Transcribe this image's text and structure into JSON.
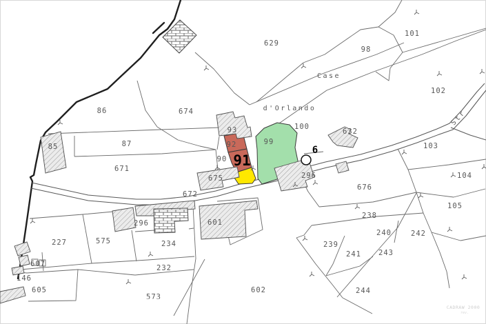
{
  "map": {
    "type": "cadastral-parcel-map",
    "place_names": {
      "case": "Case",
      "dorlando": "d'Orlando",
      "street": "Str"
    },
    "colors": {
      "parcel_red": "#c9695a",
      "parcel_green": "#a3dfab",
      "parcel_yellow": "#ffe800",
      "background": "#ffffff"
    },
    "icons": {
      "survey_point": "circle-outline"
    },
    "labels": {
      "p629": "629",
      "p101": "101",
      "p98": "98",
      "p102": "102",
      "p86": "86",
      "p674": "674",
      "p87": "87",
      "p85": "85",
      "p100": "100",
      "p93": "93",
      "p92": "92",
      "p99": "99",
      "p90": "90",
      "p91": "91",
      "p6": "6",
      "p671": "671",
      "p632": "632",
      "p103": "103",
      "p104": "104",
      "p105": "105",
      "p296a": "296",
      "p675": "675",
      "p676": "676",
      "p672": "672",
      "p296b": "296",
      "p601": "601",
      "p238": "238",
      "p227": "227",
      "p575": "575",
      "p240": "240",
      "p242": "242",
      "p239": "239",
      "p241": "241",
      "p243": "243",
      "p234": "234",
      "p607": "607",
      "p146": "146",
      "p232": "232",
      "p244": "244",
      "p605": "605",
      "p602": "602",
      "p573": "573"
    },
    "watermark": {
      "line1": "CADRAW 2000",
      "line2": "rev."
    }
  }
}
